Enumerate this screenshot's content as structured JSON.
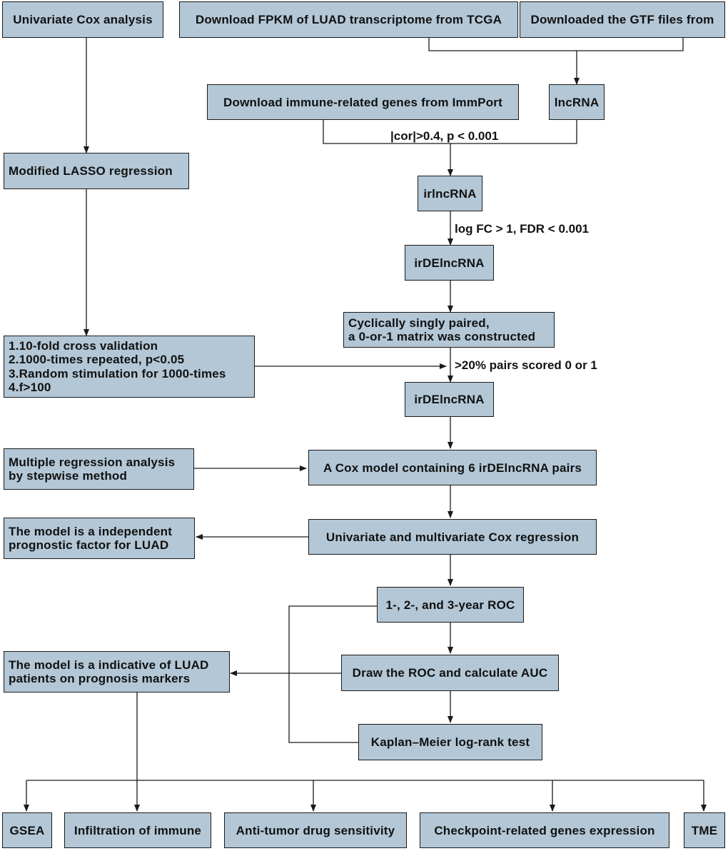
{
  "colors": {
    "box_fill": "#b3c7d6",
    "line": "#1a1a1a"
  },
  "nodes": {
    "univariate_cox": "Univariate Cox analysis",
    "download_fpkm": "Download FPKM of LUAD transcriptome from TCGA",
    "download_gtf": "Downloaded the GTF files from",
    "download_immune": "Download immune-related genes from ImmPort",
    "lncrna": "lncRNA",
    "modified_lasso": "Modified LASSO regression",
    "irlncrna": "irlncRNA",
    "irdelncrna_1": "irDElncRNA",
    "cyclic_pair": "Cyclically singly paired,\na 0-or-1 matrix was constructed",
    "lasso_details": "1.10-fold cross validation\n2.1000-times repeated, p<0.05\n3.Random stimulation for 1000-times\n4.f>100",
    "irdelncrna_2": "irDElncRNA",
    "multiple_regression": "Multiple regression analysis\nby stepwise method",
    "cox_model": "A Cox model containing 6 irDElncRNA pairs",
    "independent_factor": "The model is a independent\nprognostic factor for LUAD",
    "uni_multi_cox": "Univariate and multivariate Cox regression",
    "roc_years": "1-, 2-, and 3-year ROC",
    "indicative_model": "The model is a indicative of LUAD\npatients on prognosis markers",
    "draw_roc": "Draw the ROC and calculate AUC",
    "kaplan_meier": "Kaplan–Meier log-rank test",
    "gsea": "GSEA",
    "infiltration": "Infiltration of immune",
    "anti_tumor": "Anti-tumor drug sensitivity",
    "checkpoint": "Checkpoint-related genes expression",
    "tme": "TME"
  },
  "edge_labels": {
    "correlation": "|cor|>0.4, p < 0.001",
    "log_fc": "log FC > 1, FDR < 0.001",
    "pairs_scored": ">20% pairs scored 0 or 1"
  }
}
